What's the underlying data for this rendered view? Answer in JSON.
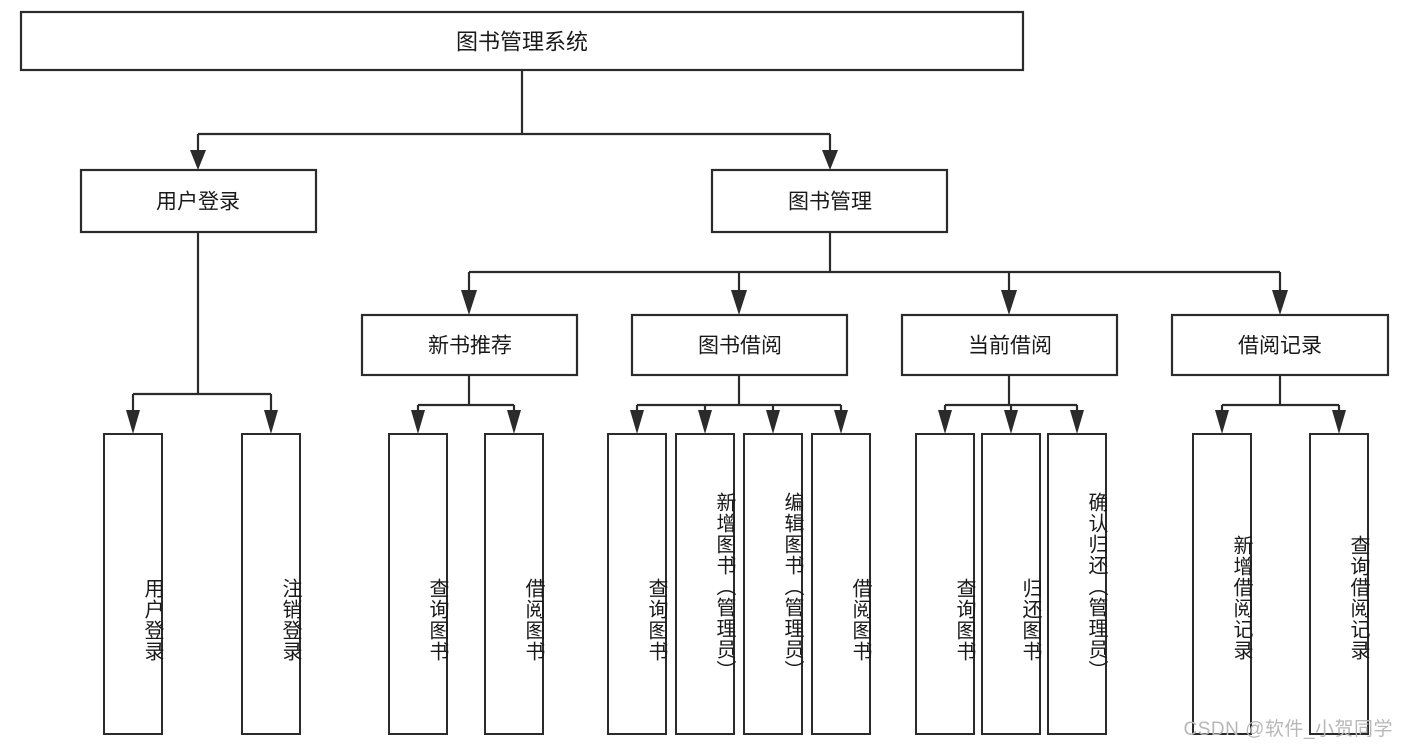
{
  "diagram": {
    "title": "图书管理系统",
    "type": "tree-hierarchy-diagram",
    "watermark": "CSDN @软件_小贺同学",
    "colors": {
      "stroke": "#2b2b2b",
      "fill": "#ffffff",
      "text": "#1a1a1a",
      "watermark": "#b8b8b8"
    },
    "levels": {
      "level1": [
        {
          "id": "root",
          "label": "图书管理系统"
        }
      ],
      "level2": [
        {
          "id": "user-login",
          "label": "用户登录",
          "parent": "root"
        },
        {
          "id": "book-mgmt",
          "label": "图书管理",
          "parent": "root"
        }
      ],
      "level3": [
        {
          "id": "new-book-rec",
          "label": "新书推荐",
          "parent": "book-mgmt"
        },
        {
          "id": "book-borrow",
          "label": "图书借阅",
          "parent": "book-mgmt"
        },
        {
          "id": "current-borrow",
          "label": "当前借阅",
          "parent": "book-mgmt"
        },
        {
          "id": "borrow-record",
          "label": "借阅记录",
          "parent": "book-mgmt"
        }
      ],
      "leaves": [
        {
          "id": "leaf-user-login",
          "label": "用户登录",
          "parent": "user-login"
        },
        {
          "id": "leaf-logout",
          "label": "注销登录",
          "parent": "user-login"
        },
        {
          "id": "leaf-query-book-1",
          "label": "查询图书",
          "parent": "new-book-rec"
        },
        {
          "id": "leaf-borrow-book-1",
          "label": "借阅图书",
          "parent": "new-book-rec"
        },
        {
          "id": "leaf-query-book-2",
          "label": "查询图书",
          "parent": "book-borrow"
        },
        {
          "id": "leaf-add-book",
          "label": "新增图书（管理员）",
          "parent": "book-borrow"
        },
        {
          "id": "leaf-edit-book",
          "label": "编辑图书（管理员）",
          "parent": "book-borrow"
        },
        {
          "id": "leaf-borrow-book-2",
          "label": "借阅图书",
          "parent": "book-borrow"
        },
        {
          "id": "leaf-query-book-3",
          "label": "查询图书",
          "parent": "current-borrow"
        },
        {
          "id": "leaf-return-book",
          "label": "归还图书",
          "parent": "current-borrow"
        },
        {
          "id": "leaf-confirm-return",
          "label": "确认归还（管理员）",
          "parent": "current-borrow"
        },
        {
          "id": "leaf-add-record",
          "label": "新增借阅记录",
          "parent": "borrow-record"
        },
        {
          "id": "leaf-query-record",
          "label": "查询借阅记录",
          "parent": "borrow-record"
        }
      ]
    }
  }
}
